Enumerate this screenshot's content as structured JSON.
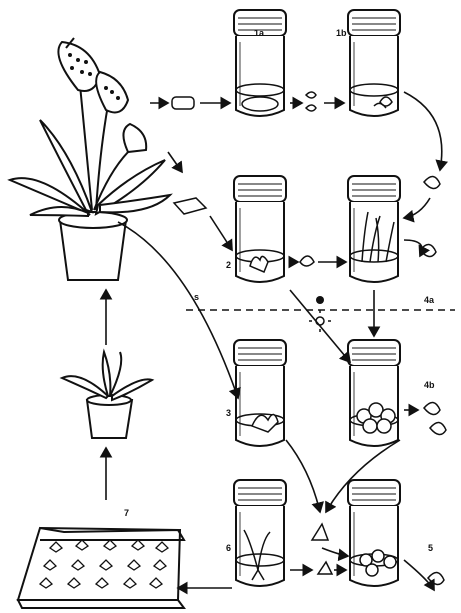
{
  "labels": {
    "l1a": "1a",
    "l1b": "1b",
    "l2": "2",
    "l3": "3",
    "l4a": "4a",
    "l4b": "4b",
    "l5": "5",
    "l6": "6",
    "l7": "7",
    "l_s": "s"
  },
  "colors": {
    "ink": "#111111",
    "background": "#ffffff"
  }
}
